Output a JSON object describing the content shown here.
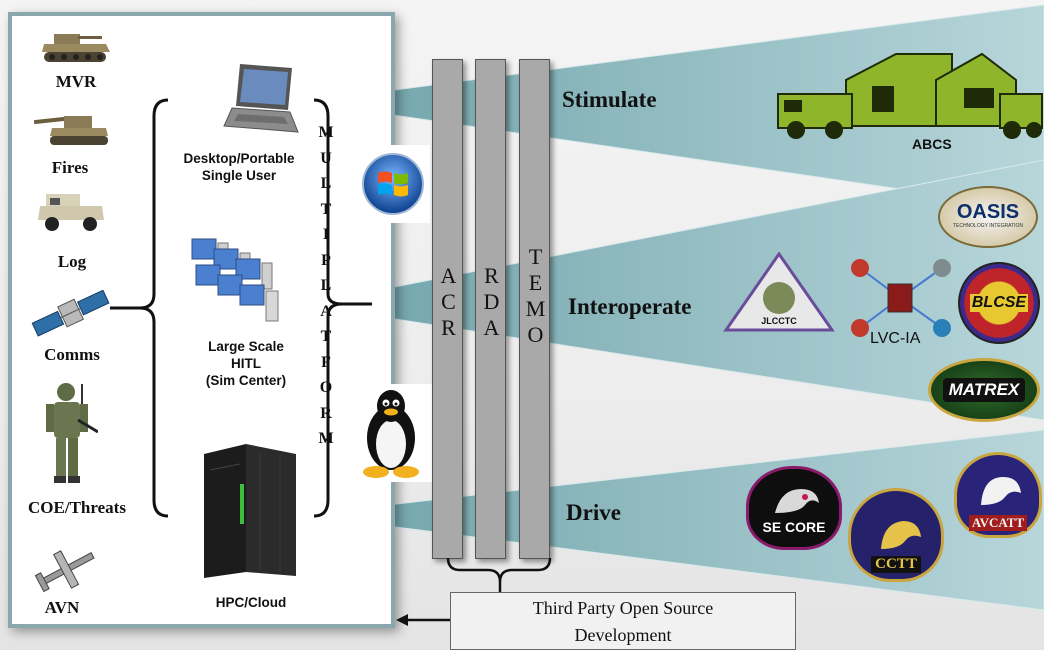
{
  "units": [
    {
      "label": "MVR",
      "icon": "tank-icon"
    },
    {
      "label": "Fires",
      "icon": "artillery-icon"
    },
    {
      "label": "Log",
      "icon": "truck-icon"
    },
    {
      "label": "Comms",
      "icon": "satellite-icon"
    },
    {
      "label": "COE/Threats",
      "icon": "soldier-icon"
    },
    {
      "label": "AVN",
      "icon": "aircraft-icon"
    }
  ],
  "platforms": {
    "desktop": {
      "line1": "Desktop/Portable",
      "line2": "Single User",
      "icon": "laptop-icon"
    },
    "hitl": {
      "line1": "Large Scale",
      "line2": "HITL",
      "line3": "(Sim Center)",
      "icon": "computer-cluster-icon"
    },
    "hpc": {
      "line1": "HPC/Cloud",
      "icon": "server-icon"
    }
  },
  "multiplatform": [
    "M",
    "U",
    "L",
    "T",
    "I",
    "P",
    "L",
    "A",
    "T",
    "F",
    "O",
    "R",
    "M"
  ],
  "os_icons": [
    "windows-logo-icon",
    "linux-penguin-icon"
  ],
  "columns": [
    {
      "letters": [
        "A",
        "C",
        "R"
      ]
    },
    {
      "letters": [
        "R",
        "D",
        "A"
      ]
    },
    {
      "letters": [
        "T",
        "E",
        "M",
        "O"
      ]
    }
  ],
  "stages": {
    "stimulate": "Stimulate",
    "interoperate": "Interoperate",
    "drive": "Drive"
  },
  "systems": {
    "abcs": "ABCS",
    "oasis": "OASIS",
    "oasis_sub": "TECHNOLOGY INTEGRATION",
    "jlcctc": "JLCCTC",
    "lvcia": "LVC-IA",
    "blcse": "BLCSE",
    "matrex": "MATREX",
    "secore": "SE CORE",
    "cctt": "CCTT",
    "avcatt": "AVCATT"
  },
  "third_party": {
    "line1": "Third Party Open Source",
    "line2": "Development"
  },
  "colors": {
    "ray": "#9fc4c9",
    "ray_edge": "#7fa9af",
    "column": "#a9a9a9",
    "panel_border": "#8aa7ae"
  }
}
